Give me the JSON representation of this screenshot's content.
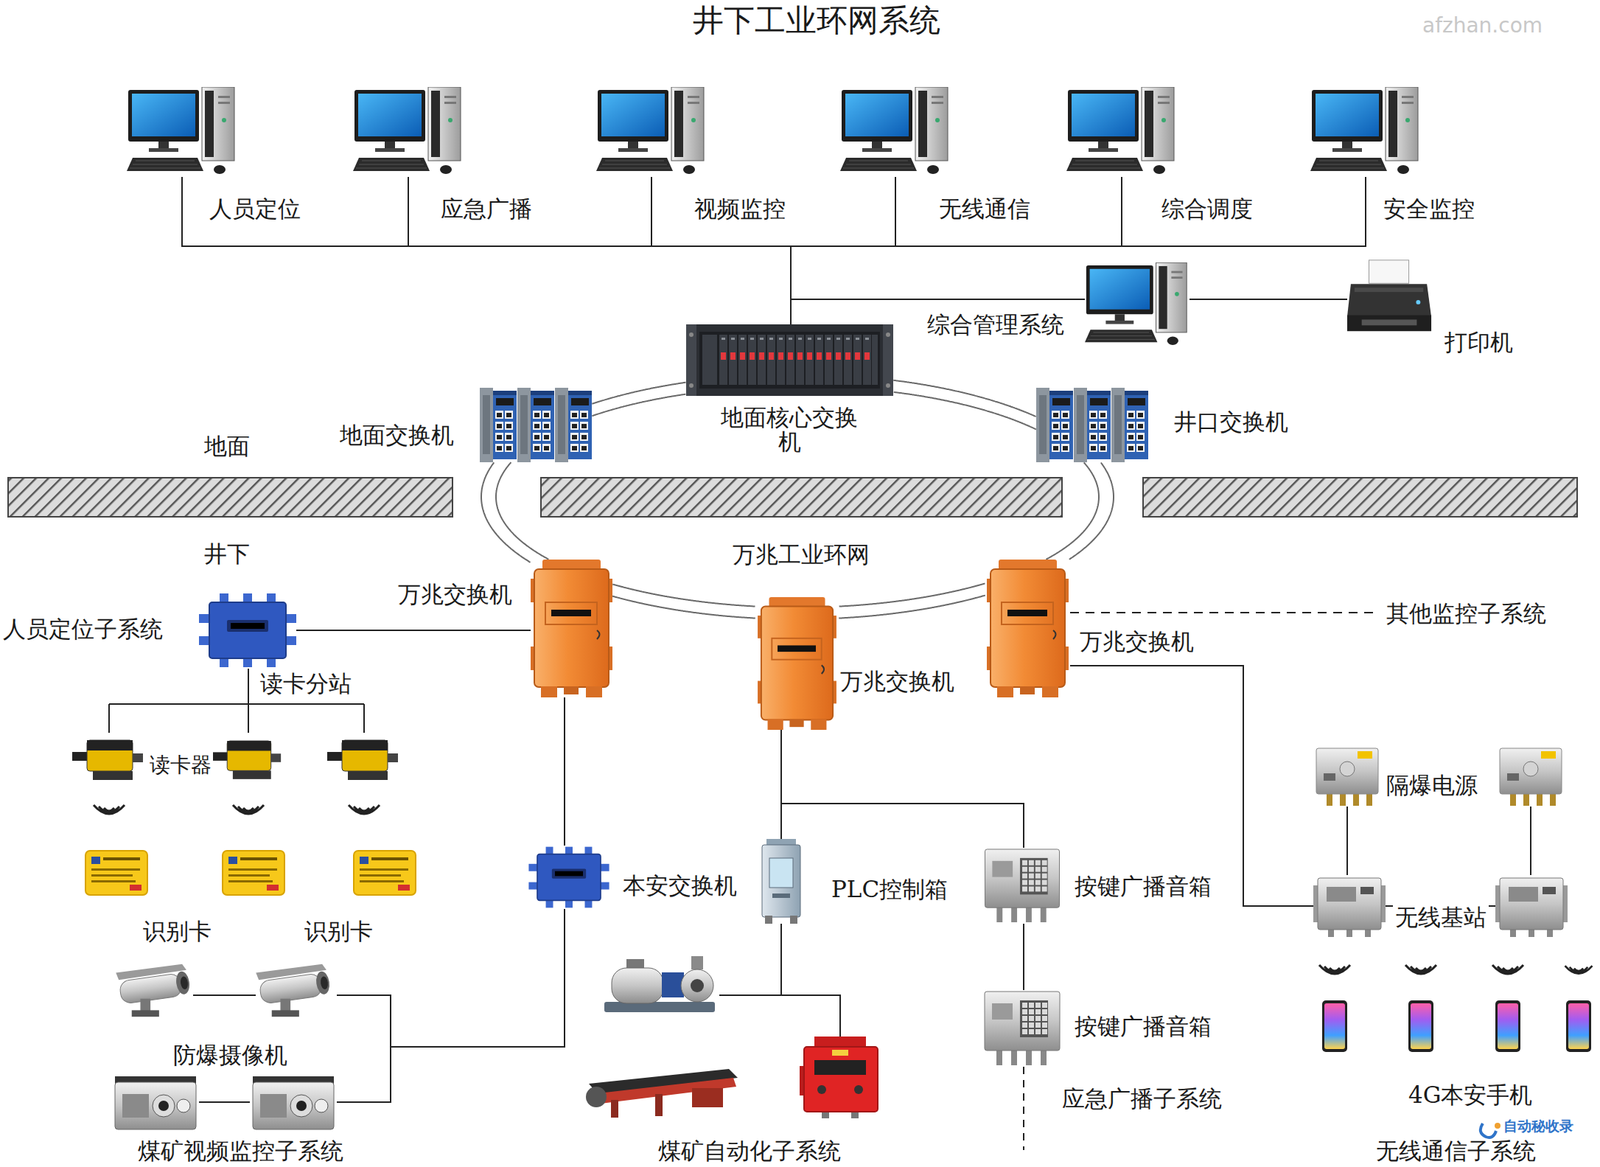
{
  "diagram": {
    "title": "井下工业环网系统",
    "nodes": [
      {
        "text": [
          "人员定位"
        ]
      },
      {
        "text": [
          "应急广播"
        ]
      },
      {
        "text": [
          "视频监控"
        ]
      },
      {
        "text": [
          "无线通信"
        ]
      },
      {
        "text": [
          "综合调度"
        ]
      },
      {
        "text": [
          "安全监控"
        ]
      },
      {
        "text": [
          "综合管理系统"
        ]
      },
      {
        "text": [
          "打印机"
        ]
      },
      {
        "text": [
          "地面核心交换机"
        ]
      },
      {
        "text": [
          "地面交换机"
        ]
      },
      {
        "text": [
          "井口交换机"
        ]
      },
      {
        "text": [
          "万兆交换机"
        ]
      },
      {
        "text": [
          "万兆交换机"
        ]
      },
      {
        "text": [
          "万兆交换机"
        ]
      },
      {
        "text": [
          "读卡分站"
        ]
      },
      {
        "text": [
          "本安交换机"
        ]
      },
      {
        "text": [
          "防爆摄像机"
        ]
      },
      {
        "text": [
          "PLC控制箱"
        ]
      },
      {
        "text": [
          "按键广播音箱"
        ]
      },
      {
        "text": [
          "按键广播音箱"
        ]
      },
      {
        "text": [
          "隔爆电源"
        ]
      },
      {
        "text": [
          "无线基站"
        ]
      }
    ],
    "edges": [
      {
        "from": 0,
        "to": 8,
        "arrow": "none"
      },
      {
        "from": 1,
        "to": 8,
        "arrow": "none"
      },
      {
        "from": 2,
        "to": 8,
        "arrow": "none"
      },
      {
        "from": 3,
        "to": 8,
        "arrow": "none"
      },
      {
        "from": 4,
        "to": 8,
        "arrow": "none"
      },
      {
        "from": 5,
        "to": 8,
        "arrow": "none"
      },
      {
        "from": 6,
        "to": 8,
        "arrow": "none"
      },
      {
        "from": 6,
        "to": 7,
        "arrow": "none"
      },
      {
        "from": 8,
        "to": 9,
        "arrow": "none"
      },
      {
        "from": 8,
        "to": 10,
        "arrow": "none"
      },
      {
        "from": 9,
        "to": 11,
        "arrow": "none"
      },
      {
        "from": 11,
        "to": 12,
        "arrow": "none"
      },
      {
        "from": 12,
        "to": 13,
        "arrow": "none"
      },
      {
        "from": 10,
        "to": 13,
        "arrow": "none"
      },
      {
        "from": 14,
        "to": 11,
        "arrow": "none"
      },
      {
        "from": 11,
        "to": 15,
        "arrow": "none"
      },
      {
        "from": 16,
        "to": 15,
        "arrow": "none"
      },
      {
        "from": 12,
        "to": 17,
        "arrow": "none"
      },
      {
        "from": 12,
        "to": 18,
        "arrow": "none"
      },
      {
        "from": 18,
        "to": 19,
        "arrow": "none"
      },
      {
        "from": 13,
        "to": 21,
        "arrow": "none"
      },
      {
        "from": 20,
        "to": 21,
        "arrow": "none"
      }
    ],
    "labels": [
      "地面",
      "井下",
      "万兆工业环网",
      "人员定位子系统",
      "读卡器",
      "识别卡",
      "识别卡",
      "煤矿视频监控子系统",
      "煤矿自动化子系统",
      "应急广播子系统",
      "其他监控子系统",
      "4G本安手机",
      "无线通信子系统",
      "afzhan.com",
      "自动秘收录"
    ]
  }
}
